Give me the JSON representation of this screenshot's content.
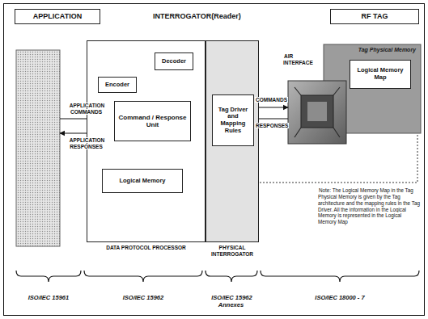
{
  "diagram": {
    "nodes": [
      {
        "text": [
          "APPLICATION"
        ]
      },
      {
        "text": [
          "RF TAG"
        ]
      },
      {
        "text": [
          "DATA PROTOCOL PROCESSOR"
        ]
      },
      {
        "text": [
          "Decoder"
        ],
        "in": 2
      },
      {
        "text": [
          "Encoder"
        ],
        "in": 2
      },
      {
        "text": [
          "Command / Response Unit"
        ],
        "in": 2
      },
      {
        "text": [
          "Logical Memory"
        ],
        "in": 2
      },
      {
        "text": [
          "PHYSICAL INTERROGATOR"
        ]
      },
      {
        "text": [
          "Tag Driver and Mapping Rules"
        ],
        "in": 7
      },
      {
        "text": [
          "Tag Physical Memory"
        ]
      },
      {
        "text": [
          "Logical Memory Map"
        ],
        "in": 9
      }
    ],
    "edges": [
      {
        "from": 4,
        "to": 5,
        "arrow": "both"
      },
      {
        "from": 3,
        "to": 5,
        "arrow": "both"
      },
      {
        "from": 5,
        "to": 6,
        "arrow": "both"
      },
      {
        "from": 5,
        "to": 8,
        "arrow": "both"
      }
    ],
    "labels": [
      "INTERROGATOR(Reader)",
      "AIR INTERFACE",
      "APPLICATION COMMANDS",
      "APPLICATION RESPONSES",
      "COMMANDS",
      "RESPONSES",
      "Note: The Logical Memory Map in the Tag Physical Memory is given by the Tag architecture and the mapping rules in the Tag Driver. All the information in the Logical Memory is represented in the Logical Memory Map",
      "ISO/IEC 15961",
      "ISO/IEC 15962",
      "ISO/IEC 15962 Annexes",
      "ISO/IEC 18000 - 7"
    ]
  }
}
